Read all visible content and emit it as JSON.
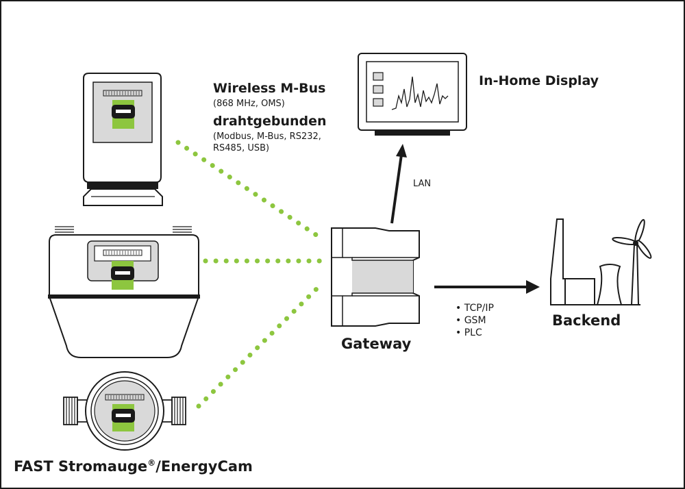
{
  "labels": {
    "wireless_title": "Wireless M-Bus",
    "wireless_detail": "(868 MHz, OMS)",
    "wired_title": "drahtgebunden",
    "wired_detail_1": "(Modbus, M-Bus, RS232,",
    "wired_detail_2": "RS485, USB)",
    "display": "In-Home Display",
    "lan": "LAN",
    "gateway": "Gateway",
    "backend": "Backend",
    "protocols": [
      "• TCP/IP",
      "• GSM",
      "• PLC"
    ],
    "product_name": "FAST Stromauge",
    "product_mark": "®",
    "product_suffix": "/EnergyCam"
  },
  "colors": {
    "accent_green": "#8dc63f",
    "device_grey": "#d9d9d9",
    "line": "#1a1a1a"
  }
}
